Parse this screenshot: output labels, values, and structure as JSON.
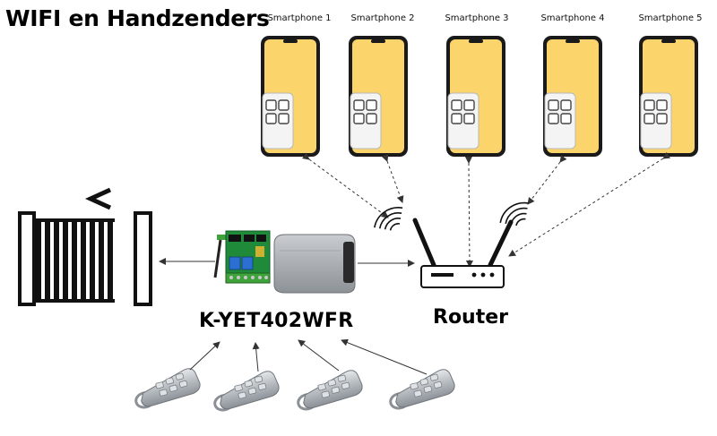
{
  "title": "WIFI en Handzenders",
  "smartphones": [
    {
      "label": "Smartphone 1"
    },
    {
      "label": "Smartphone 2"
    },
    {
      "label": "Smartphone 3"
    },
    {
      "label": "Smartphone 4"
    },
    {
      "label": "Smartphone 5"
    }
  ],
  "receiver": {
    "label": "K-YET402WFR"
  },
  "router": {
    "label": "Router"
  },
  "remotes": [
    {
      "name": "remote-1"
    },
    {
      "name": "remote-2"
    },
    {
      "name": "remote-3"
    },
    {
      "name": "remote-4"
    }
  ],
  "colors": {
    "phone_screen": "#fbd56b",
    "phone_frame": "#1a1a1a",
    "pcb": "#1f8a3a",
    "relay": "#2a6fd1",
    "terminal": "#3fa23a",
    "gate": "#111111",
    "remote_body": "#9aa0a6"
  },
  "icons": [
    "gate-icon",
    "arrow-chevron-icon",
    "wifi-signal-icon",
    "router-icon",
    "remote-control-icon",
    "relay-board-icon",
    "receiver-housing-icon"
  ]
}
